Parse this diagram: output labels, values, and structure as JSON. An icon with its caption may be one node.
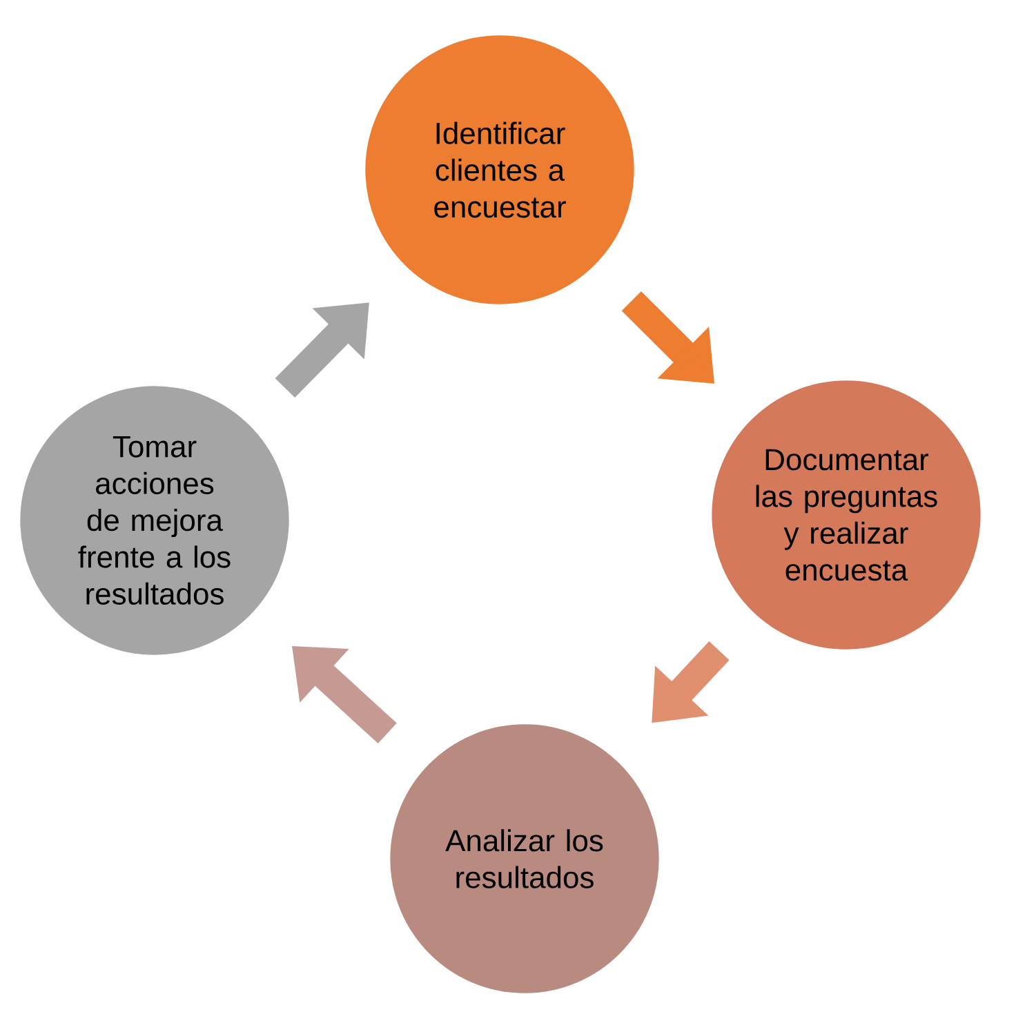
{
  "diagram": {
    "nodes": [
      {
        "text": [
          "Identificar clientes a encuestar"
        ]
      },
      {
        "text": [
          "Documentar las preguntas y realizar encuesta"
        ]
      },
      {
        "text": [
          "Analizar los resultados"
        ]
      },
      {
        "text": [
          "Tomar acciones de mejora frente a los resultados"
        ]
      }
    ],
    "edges": [
      {
        "from": 0,
        "to": 1,
        "arrow": "to",
        "color": "#ed7d31"
      },
      {
        "from": 1,
        "to": 2,
        "arrow": "to",
        "color": "#e0906e"
      },
      {
        "from": 2,
        "to": 3,
        "arrow": "to",
        "color": "#c49a92"
      },
      {
        "from": 3,
        "to": 0,
        "arrow": "to",
        "color": "#a5a5a5"
      }
    ]
  }
}
